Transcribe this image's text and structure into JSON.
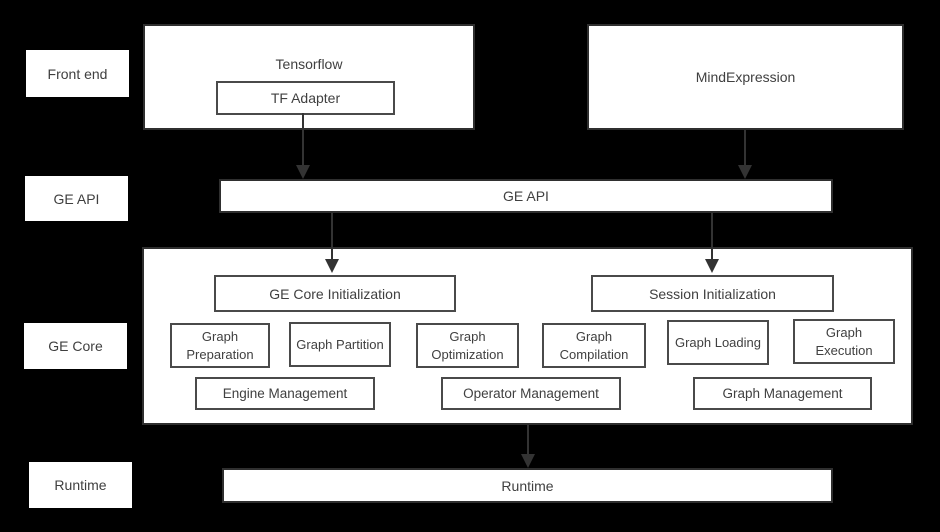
{
  "colors": {
    "background": "#000000",
    "box_fill": "#ffffff",
    "outer_border": "#2f2f2f",
    "inner_border": "#4a4a4a",
    "text": "#404040",
    "arrow": "#333333"
  },
  "row_labels": [
    {
      "label": "Front end"
    },
    {
      "label": "GE API"
    },
    {
      "label": "GE Core"
    },
    {
      "label": "Runtime"
    }
  ],
  "front_end": {
    "tensorflow_title": "Tensorflow",
    "tf_adapter_label": "TF Adapter",
    "mindexpression_title": "MindExpression"
  },
  "ge_api": {
    "label": "GE API"
  },
  "ge_core": {
    "init_boxes": [
      {
        "label": "GE Core Initialization"
      },
      {
        "label": "Session Initialization"
      }
    ],
    "stage_boxes": [
      {
        "label": "Graph Preparation"
      },
      {
        "label": "Graph Partition"
      },
      {
        "label": "Graph Optimization"
      },
      {
        "label": "Graph Compilation"
      },
      {
        "label": "Graph Loading"
      },
      {
        "label": "Graph Execution"
      }
    ],
    "mgmt_boxes": [
      {
        "label": "Engine Management"
      },
      {
        "label": "Operator Management"
      },
      {
        "label": "Graph Management"
      }
    ]
  },
  "runtime": {
    "label": "Runtime"
  }
}
